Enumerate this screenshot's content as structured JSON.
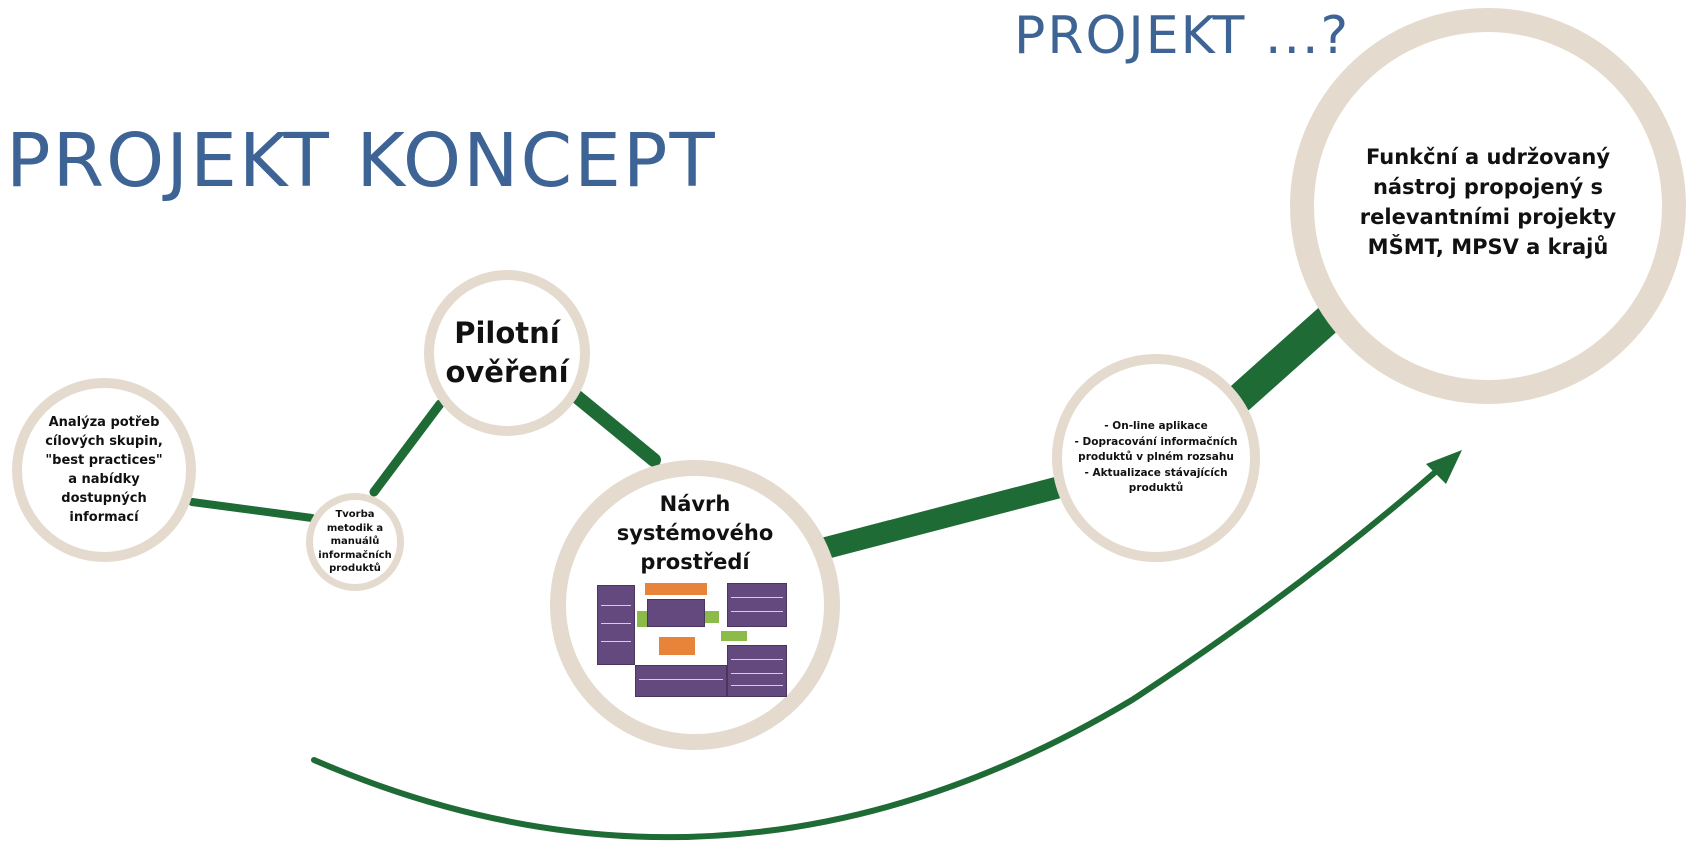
{
  "headings": {
    "main": "PROJEKT KONCEPT",
    "next": "PROJEKT ...?"
  },
  "nodes": {
    "analysis": {
      "lines": [
        "Analýza potřeb",
        "cílových skupin,",
        "\"best practices\"",
        "a nabídky",
        "dostupných",
        "informací"
      ]
    },
    "methods": {
      "lines": [
        "Tvorba",
        "metodik a",
        "manuálů",
        "informačních",
        "produktů"
      ]
    },
    "pilot": {
      "lines": [
        "Pilotní",
        "ověření"
      ]
    },
    "design": {
      "lines": [
        "Návrh",
        "systémového",
        "prostředí"
      ],
      "thumbnail": "system-diagram-thumbnail"
    },
    "online": {
      "lines": [
        "- On-line aplikace",
        "- Dopracování informačních",
        "produktů v plném rozsahu",
        "- Aktualizace stávajících",
        "produktů"
      ]
    },
    "final": {
      "lines": [
        "Funkční a udržovaný",
        "nástroj propojený s",
        "relevantními projekty",
        "MŠMT, MPSV a krajů"
      ]
    }
  },
  "colors": {
    "heading": "#3d6494",
    "connector": "#1e6b35",
    "ring": "#e5dace",
    "text": "#111111"
  },
  "icons": {
    "arrow": "curved-arrow"
  }
}
